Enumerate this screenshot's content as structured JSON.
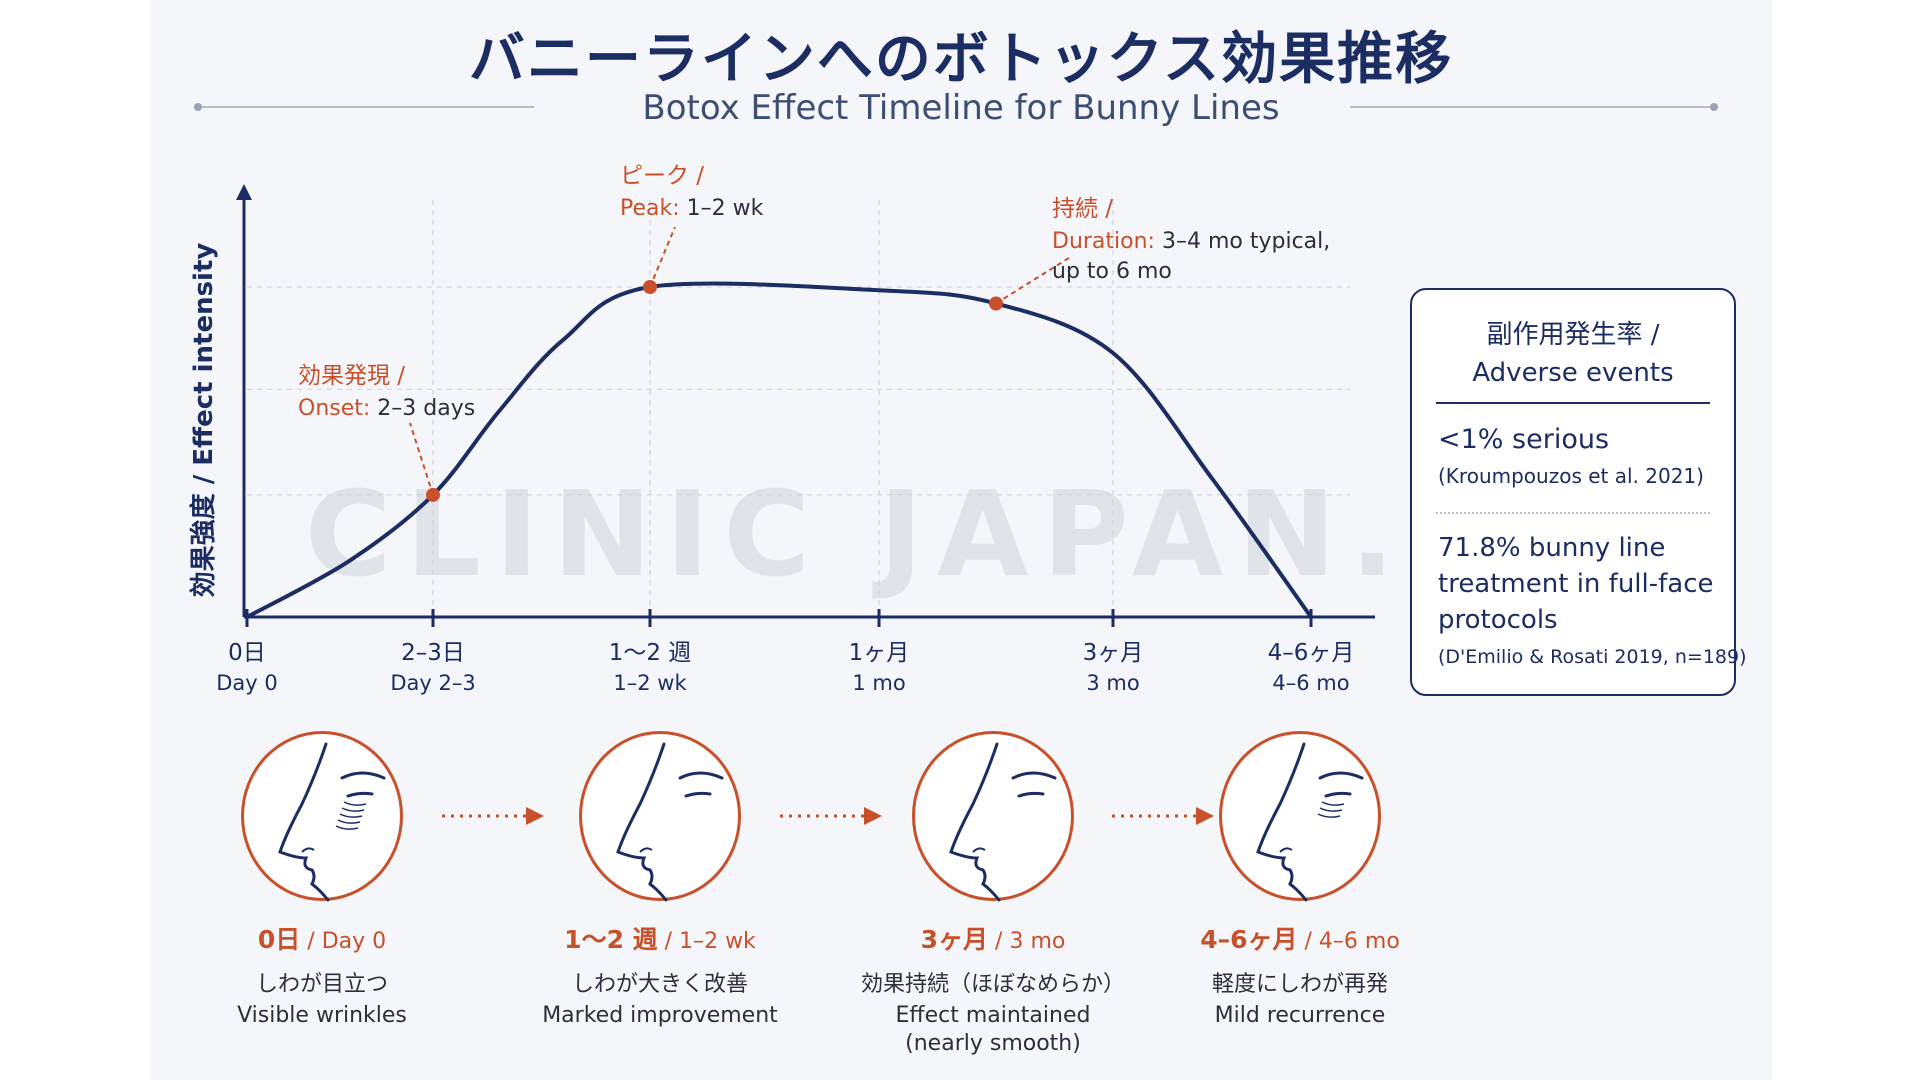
{
  "title_jp": "バニーラインへのボトックス効果推移",
  "title_en": "Botox Effect Timeline for Bunny Lines",
  "watermark": "CLINIC JAPAN.NET",
  "chart_data": {
    "type": "line",
    "ylabel": "効果強度 / Effect intensity",
    "x_ticks": [
      {
        "jp": "0日",
        "en": "Day 0"
      },
      {
        "jp": "2–3日",
        "en": "Day 2–3"
      },
      {
        "jp": "1〜2 週",
        "en": "1–2 wk"
      },
      {
        "jp": "1ヶ月",
        "en": "1 mo"
      },
      {
        "jp": "3ヶ月",
        "en": "3 mo"
      },
      {
        "jp": "4–6ヶ月",
        "en": "4–6 mo"
      }
    ],
    "series": [
      {
        "values_by_tick_position": [
          {
            "t": 0.0,
            "y": 0
          },
          {
            "t": 0.55,
            "y": 0.17
          },
          {
            "t": 1.0,
            "y": 0.37
          },
          {
            "t": 1.3,
            "y": 0.62
          },
          {
            "t": 1.6,
            "y": 0.84
          },
          {
            "t": 2.0,
            "y": 1.0
          },
          {
            "t": 3.0,
            "y": 0.99
          },
          {
            "t": 3.5,
            "y": 0.95
          },
          {
            "t": 4.0,
            "y": 0.8
          },
          {
            "t": 4.5,
            "y": 0.42
          },
          {
            "t": 5.0,
            "y": 0.0
          }
        ]
      }
    ],
    "ylim": [
      0,
      1
    ],
    "annotations": [
      {
        "jp": "効果発現 /",
        "key": "Onset:",
        "value": "2–3 days",
        "t": 1.0,
        "y": 0.37
      },
      {
        "jp": "ピーク /",
        "key": "Peak:",
        "value": "1–2 wk",
        "t": 2.0,
        "y": 1.0
      },
      {
        "jp": "持続 /",
        "key": "Duration:",
        "value": "3–4 mo typical,",
        "value2": "up to 6 mo",
        "t": 3.5,
        "y": 0.95
      }
    ],
    "grid": true,
    "colors": {
      "line": "#1b2d63",
      "accent": "#c8502a",
      "grid": "#c9cfdb"
    }
  },
  "side": {
    "title_jp": "副作用発生率 /",
    "title_en": "Adverse events",
    "stat1": "<1% serious",
    "stat1_src": "(Kroumpouzos et al. 2021)",
    "stat2": "71.8% bunny line treatment in full-face protocols",
    "stat2_src": "(D'Emilio & Rosati 2019, n=189)"
  },
  "stages": [
    {
      "time_jp": "0日",
      "time_en": "Day 0",
      "desc_jp": "しわが目立つ",
      "desc_en": "Visible wrinkles",
      "desc_en2": "",
      "wrinkles": 1.0
    },
    {
      "time_jp": "1〜2 週",
      "time_en": "1–2 wk",
      "desc_jp": "しわが大きく改善",
      "desc_en": "Marked improvement",
      "desc_en2": "",
      "wrinkles": 0.0
    },
    {
      "time_jp": "3ヶ月",
      "time_en": "3 mo",
      "desc_jp": "効果持続（ほぼなめらか）",
      "desc_en": "Effect maintained",
      "desc_en2": "(nearly smooth)",
      "wrinkles": 0.0
    },
    {
      "time_jp": "4–6ヶ月",
      "time_en": "4–6 mo",
      "desc_jp": "軽度にしわが再発",
      "desc_en": "Mild recurrence",
      "desc_en2": "",
      "wrinkles": 0.6
    }
  ]
}
